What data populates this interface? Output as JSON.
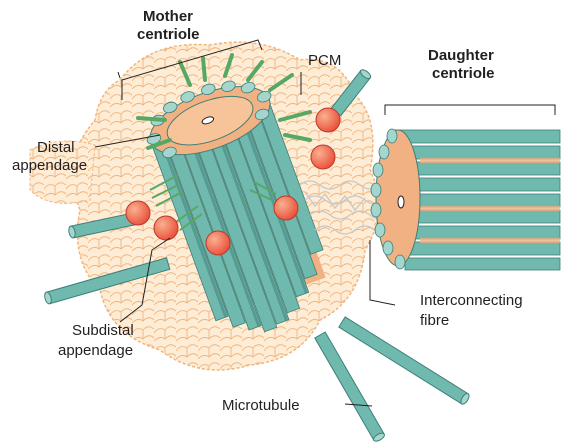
{
  "labels": {
    "mother_line1": "Mother",
    "mother_line2": "centriole",
    "pcm": "PCM",
    "daughter_line1": "Daughter",
    "daughter_line2": "centriole",
    "distal_line1": "Distal",
    "distal_line2": "appendage",
    "subdistal_line1": "Subdistal",
    "subdistal_line2": "appendage",
    "interconnecting_line1": "Interconnecting",
    "interconnecting_line2": "fibre",
    "microtubule": "Microtubule"
  },
  "colors": {
    "pcm_fill": "#fdecd6",
    "pcm_outline": "#f2b57d",
    "tubule": "#6fb9ae",
    "tubule_light": "#a5d6cd",
    "tubule_dark": "#3e7f78",
    "centriole_core": "#f2b183",
    "lumen": "#f7c49a",
    "appendage_green": "#57a865",
    "appendage_ball": "#e94f3a",
    "ball_highlight": "#f9b08f"
  }
}
